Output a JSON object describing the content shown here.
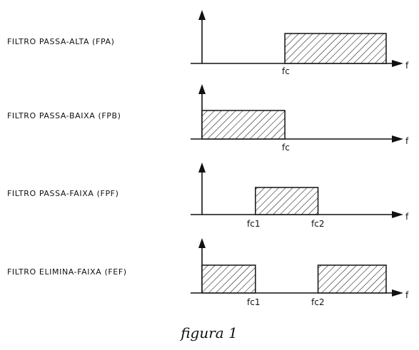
{
  "diagrams": [
    {
      "label": "FILTRO PASSA-ALTA (FPA)",
      "axis_label": "f",
      "cutoff_labels": [
        "fc"
      ],
      "pass_bands": [
        [
          0.45,
          1.0
        ]
      ]
    },
    {
      "label": "FILTRO PASSA-BAIXA (FPB)",
      "axis_label": "f",
      "cutoff_labels": [
        "fc"
      ],
      "pass_bands": [
        [
          0.0,
          0.45
        ]
      ]
    },
    {
      "label": "FILTRO PASSA-FAIXA (FPF)",
      "axis_label": "f",
      "cutoff_labels": [
        "fc1",
        "fc2"
      ],
      "pass_bands": [
        [
          0.29,
          0.63
        ]
      ]
    },
    {
      "label": "FILTRO ELIMINA-FAIXA (FEF)",
      "axis_label": "f",
      "cutoff_labels": [
        "fc1",
        "fc2"
      ],
      "pass_bands": [
        [
          0.0,
          0.29
        ],
        [
          0.63,
          1.0
        ]
      ]
    }
  ],
  "caption": "figura 1"
}
